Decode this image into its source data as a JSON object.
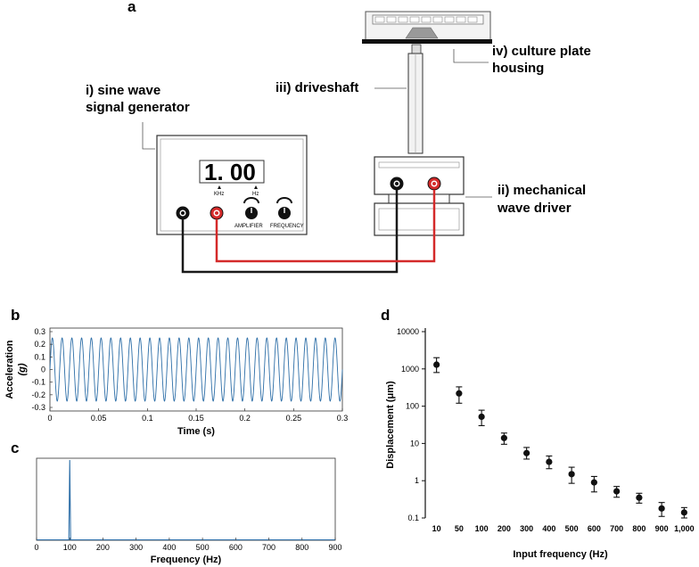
{
  "panels": {
    "a": "a",
    "b": "b",
    "c": "c",
    "d": "d"
  },
  "schematic": {
    "labels": {
      "generator_line1": "i) sine wave",
      "generator_line2": "signal generator",
      "driveshaft": "iii) driveshaft",
      "housing_line1": "iv) culture plate",
      "housing_line2": "housing",
      "driver_line1": "ii) mechanical",
      "driver_line2": "wave driver"
    },
    "generator": {
      "display_value": "1. 00",
      "unit_left": "KHz",
      "unit_right": "Hz",
      "knob_left": "AMPLIFIER",
      "knob_right": "FREQUENCY"
    },
    "colors": {
      "wire_black": "#1a1a1a",
      "wire_red": "#d42a2a",
      "plot_blue": "#2e6fa8"
    }
  },
  "chart_data": [
    {
      "panel": "b",
      "type": "line",
      "xlabel": "Time (s)",
      "ylabel_line1": "Acceleration",
      "ylabel_line2": "(g)",
      "xlim": [
        0,
        0.3
      ],
      "ylim": [
        -0.3,
        0.3
      ],
      "x_ticks": [
        "0",
        "0.05",
        "0.1",
        "0.15",
        "0.2",
        "0.25",
        "0.3"
      ],
      "y_ticks": [
        "0.3",
        "0.2",
        "0.1",
        "0",
        "-0.1",
        "-0.2",
        "-0.3"
      ],
      "signal": {
        "amplitude_g": 0.25,
        "frequency_hz": 100
      }
    },
    {
      "panel": "c",
      "type": "line",
      "xlabel": "Frequency (Hz)",
      "xlim": [
        0,
        900
      ],
      "x_ticks": [
        "0",
        "100",
        "200",
        "300",
        "400",
        "500",
        "600",
        "700",
        "800",
        "900"
      ],
      "peak": {
        "x": 100,
        "relative_height": 1.0
      }
    },
    {
      "panel": "d",
      "type": "scatter",
      "xlabel": "Input frequency (Hz)",
      "ylabel": "Displacement (μm)",
      "y_scale": "log",
      "ylim": [
        0.1,
        10000
      ],
      "y_ticks": [
        "10000",
        "1000",
        "100",
        "10",
        "1",
        "0.1"
      ],
      "categories": [
        "10",
        "50",
        "100",
        "200",
        "300",
        "400",
        "500",
        "600",
        "700",
        "800",
        "900",
        "1,000"
      ],
      "values": [
        1300,
        220,
        52,
        14,
        5.5,
        3.2,
        1.5,
        0.9,
        0.52,
        0.35,
        0.18,
        0.14
      ],
      "err_low": [
        800,
        120,
        30,
        9.5,
        3.8,
        2.1,
        0.85,
        0.5,
        0.36,
        0.25,
        0.11,
        0.1
      ],
      "err_high": [
        2000,
        330,
        78,
        19,
        7.8,
        4.6,
        2.3,
        1.3,
        0.7,
        0.46,
        0.26,
        0.19
      ]
    }
  ]
}
